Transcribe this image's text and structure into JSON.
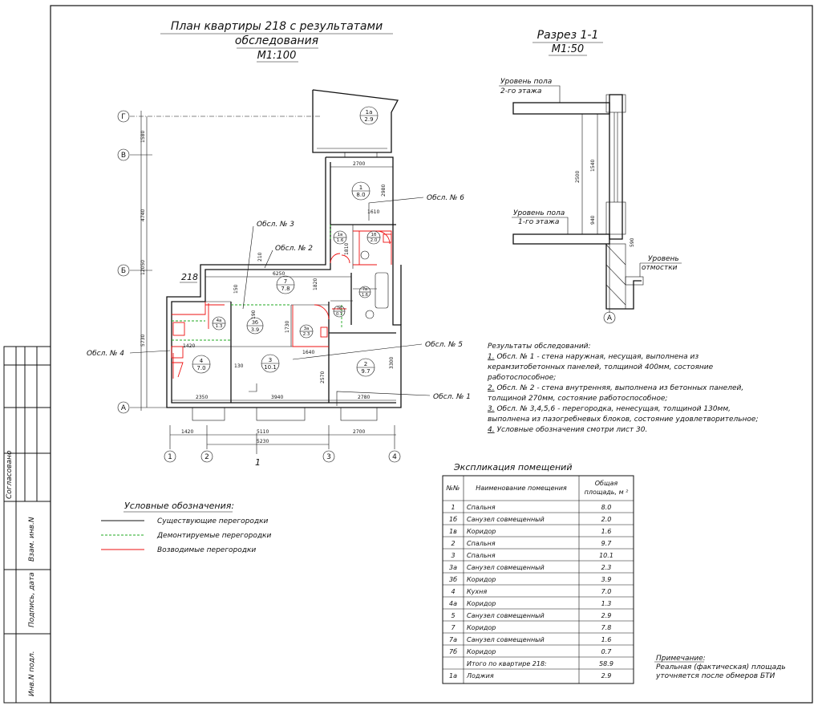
{
  "plan": {
    "title_line1": "План квартиры 218 с результатами",
    "title_line2": "обследования",
    "scale": "М1:100",
    "apartment_number": "218",
    "axis_rows": [
      "Г",
      "В",
      "Б",
      "А"
    ],
    "axis_cols": [
      "1",
      "2",
      "3",
      "4"
    ],
    "section_mark": "1",
    "room_markers": [
      {
        "id": "1а",
        "area": "2.9"
      },
      {
        "id": "1",
        "area": "8.0"
      },
      {
        "id": "1б",
        "area": "2.0"
      },
      {
        "id": "1в",
        "area": "1.6"
      },
      {
        "id": "7",
        "area": "7.8"
      },
      {
        "id": "7а",
        "area": "1.6"
      },
      {
        "id": "7б",
        "area": "0.7"
      },
      {
        "id": "3б",
        "area": "3.9"
      },
      {
        "id": "3а",
        "area": "2.3"
      },
      {
        "id": "4а",
        "area": "1.3"
      },
      {
        "id": "4",
        "area": "7.0"
      },
      {
        "id": "3",
        "area": "10.1"
      },
      {
        "id": "2",
        "area": "9.7"
      }
    ],
    "callouts": [
      "Обсл. № 6",
      "Обсл. № 3",
      "Обсл. № 2",
      "Обсл. № 4",
      "Обсл. № 5",
      "Обсл. № 1"
    ],
    "dims_left": [
      "1580",
      "4740",
      "12050",
      "5730"
    ],
    "dims_bottom_row1": [
      "1420",
      "5110",
      "2700"
    ],
    "dims_bottom_row2": "5230",
    "dims_inner": [
      "2700",
      "2980",
      "1610",
      "1810",
      "6250",
      "1820",
      "1420",
      "1730",
      "1640",
      "2570",
      "3300",
      "2350",
      "3940",
      "2780",
      "130",
      "210",
      "190",
      "150"
    ]
  },
  "section": {
    "title": "Разрез 1-1",
    "scale": "М1:50",
    "floor2_line1": "Уровень пола",
    "floor2_line2": "2-го этажа",
    "floor1_line1": "Уровень пола",
    "floor1_line2": "1-го этажа",
    "ground_line1": "Уровень",
    "ground_line2": "отмостки",
    "dim_2500": "2500",
    "dim_1540": "1540",
    "dim_940": "940",
    "dim_590": "590",
    "axis": "А"
  },
  "results": {
    "heading": "Результаты обследований:",
    "lines": [
      {
        "num": "1.",
        "text": " Обсл. № 1 - стена наружная, несущая, выполнена из"
      },
      {
        "num": "",
        "text": "керамзитобетонных панелей, толщиной 400мм, состояние"
      },
      {
        "num": "",
        "text": "работоспособное;"
      },
      {
        "num": "2.",
        "text": "  Обсл. № 2 - стена внутренняя, выполнена из бетонных панелей,"
      },
      {
        "num": "",
        "text": "толщиной 270мм, состояние работоспособное;"
      },
      {
        "num": "3.",
        "text": "  Обсл. № 3,4,5,6 - перегородка, ненесущая, толщиной 130мм,"
      },
      {
        "num": "",
        "text": "выполнена из пазогребневых блоков, состояние удовлетворительное;"
      },
      {
        "num": "4.",
        "text": "  Условные обозначения смотри лист 30."
      }
    ]
  },
  "legend": {
    "title": "Условные обозначения:",
    "items": [
      {
        "label": "Существующие перегородки",
        "color": "#111111"
      },
      {
        "label": "Демонтируемые перегородки",
        "color": "#22aa22"
      },
      {
        "label": "Возводимые перегородки",
        "color": "#ee1111"
      }
    ]
  },
  "explication": {
    "title": "Экспликация помещений",
    "headers": [
      "№№",
      "Наименование помещения",
      "Общая",
      "площадь, м ²"
    ],
    "rows": [
      [
        "1",
        "Спальня",
        "8.0"
      ],
      [
        "1б",
        "Санузел совмещенный",
        "2.0"
      ],
      [
        "1в",
        "Коридор",
        "1.6"
      ],
      [
        "2",
        "Спальня",
        "9.7"
      ],
      [
        "3",
        "Спальня",
        "10.1"
      ],
      [
        "3а",
        "Санузел совмещенный",
        "2.3"
      ],
      [
        "3б",
        "Коридор",
        "3.9"
      ],
      [
        "4",
        "Кухня",
        "7.0"
      ],
      [
        "4а",
        "Коридор",
        "1.3"
      ],
      [
        "5",
        "Санузел совмещенный",
        "2.9"
      ],
      [
        "7",
        "Коридор",
        "7.8"
      ],
      [
        "7а",
        "Санузел совмещенный",
        "1.6"
      ],
      [
        "7б",
        "Коридор",
        "0.7"
      ],
      [
        "",
        "Итого по квартире 218:",
        "58.9"
      ],
      [
        "1а",
        "Лоджия",
        "2.9"
      ]
    ]
  },
  "note": {
    "heading": "Примечание:",
    "line1": "Реальная (фактическая) площадь",
    "line2": "уточняется после обмеров БТИ"
  },
  "stamp": {
    "labels": [
      "Согласовано",
      "Взам. инв.N",
      "Подпись, дата",
      "Инв.N подл."
    ]
  }
}
